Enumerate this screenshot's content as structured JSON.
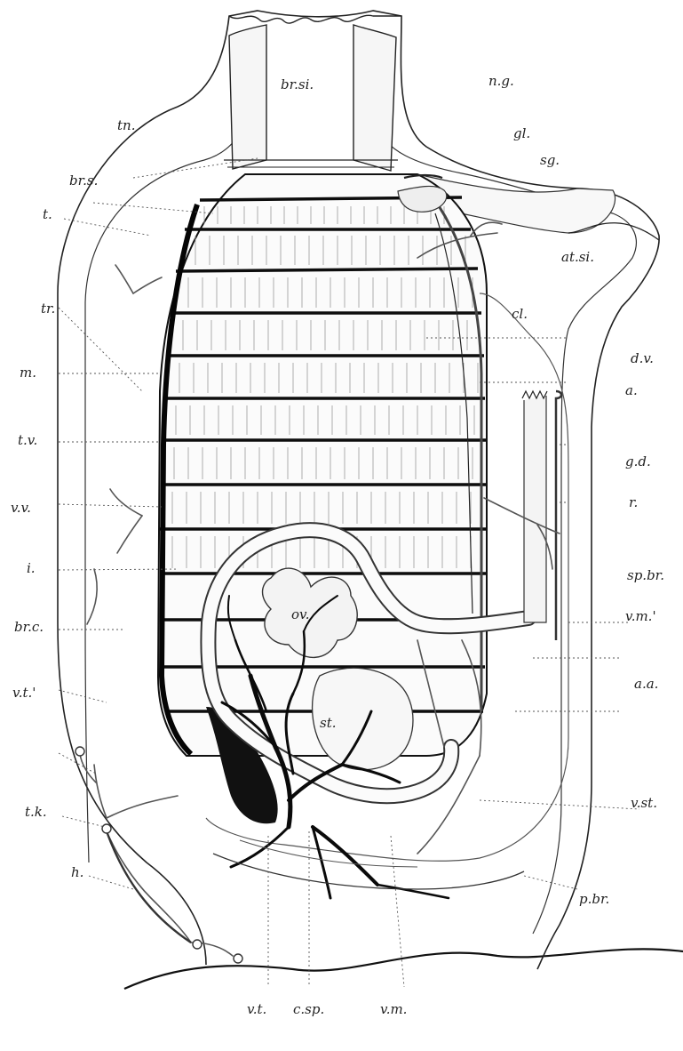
{
  "figure": {
    "labels": {
      "br_si": "br.si.",
      "n_g": "n.g.",
      "tn": "tn.",
      "gl": "gl.",
      "sg": "sg.",
      "br_s": "br.s.",
      "t": "t.",
      "at_si": "at.si.",
      "tr": "tr.",
      "cl": "cl.",
      "d_v": "d.v.",
      "m": "m.",
      "a": "a.",
      "t_v": "t.v.",
      "g_d": "g.d.",
      "v_v": "v.v.",
      "r": "r.",
      "i": "i.",
      "sp_br": "sp.br.",
      "ov": "ov.",
      "br_c": "br.c.",
      "v_m_prime": "v.m.'",
      "v_t_prime": "v.t.'",
      "a_a": "a.a.",
      "st": "st.",
      "t_k": "t.k.",
      "v_st": "v.st.",
      "h": "h.",
      "p_br": "p.br.",
      "v_t": "v.t.",
      "c_sp": "c.sp.",
      "v_m": "v.m."
    }
  }
}
